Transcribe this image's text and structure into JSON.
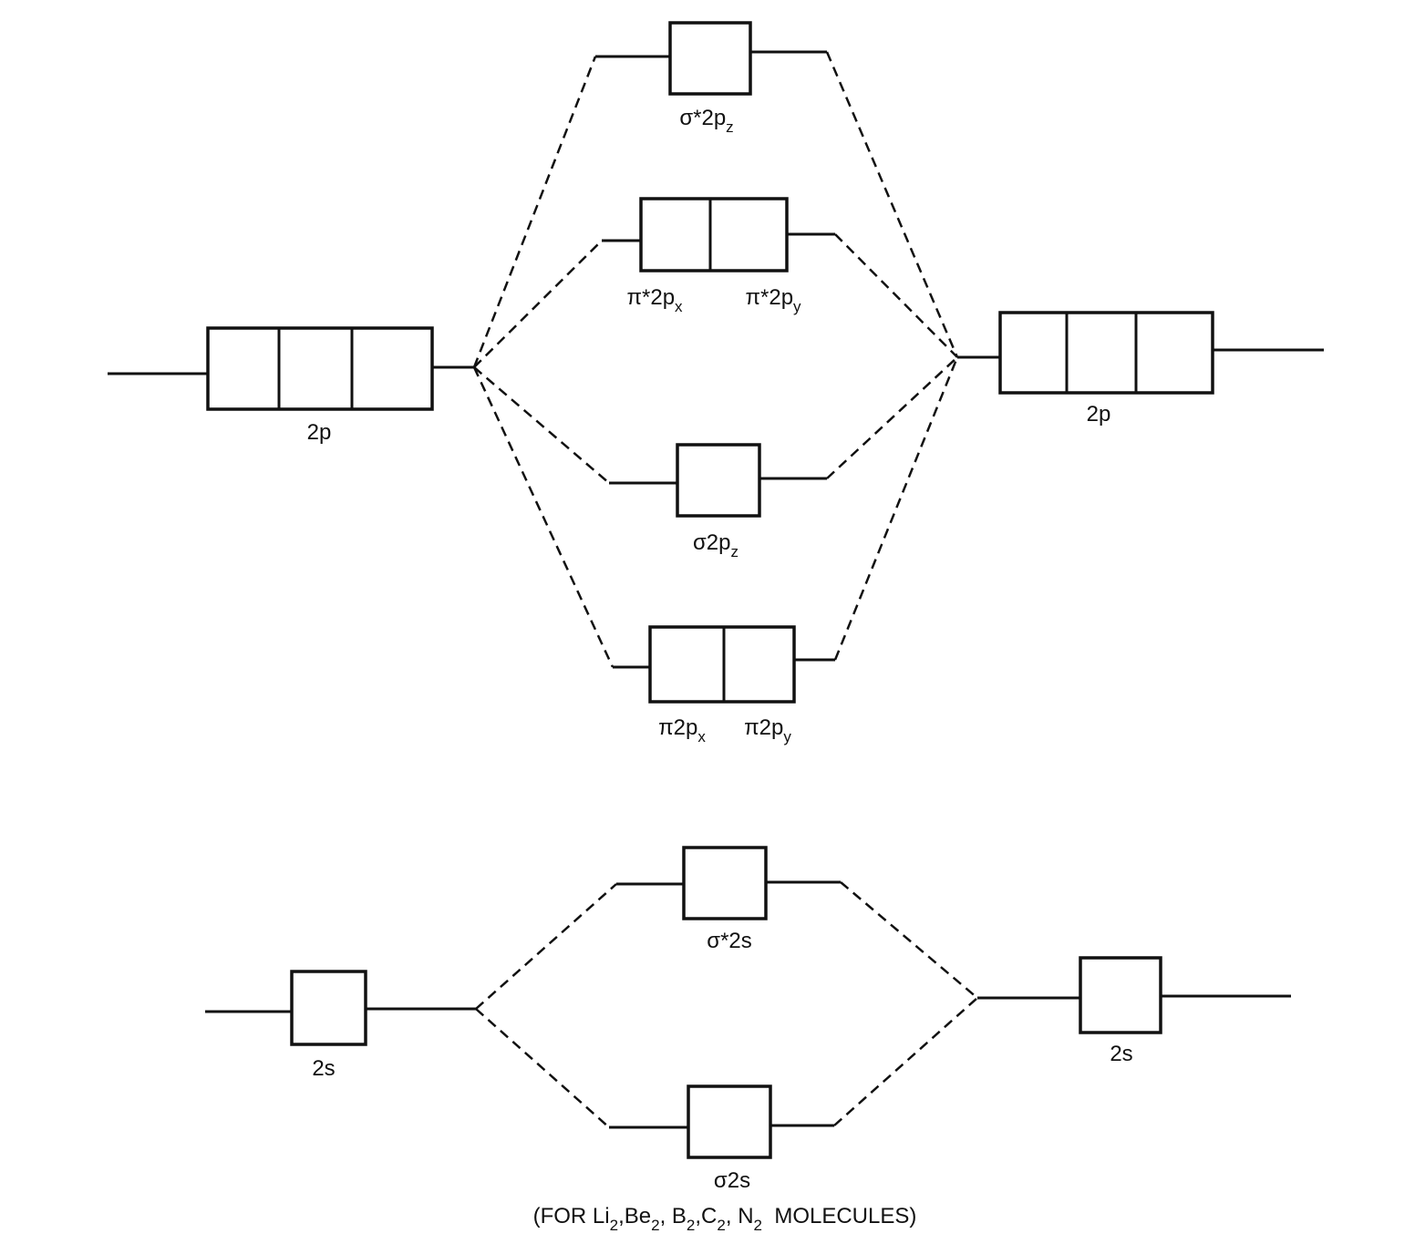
{
  "colors": {
    "line": "#111111",
    "background": "#ffffff"
  },
  "orbitals": {
    "sigma_star_2pz": {
      "main": "σ*2p",
      "sub": "z"
    },
    "pi_star_2px": {
      "main": "π*2p",
      "sub": "x"
    },
    "pi_star_2py": {
      "main": "π*2p",
      "sub": "y"
    },
    "left_2p": "2p",
    "right_2p": "2p",
    "sigma_2pz": {
      "main": "σ2p",
      "sub": "z"
    },
    "pi_2px": {
      "main": "π2p",
      "sub": "x"
    },
    "pi_2py": {
      "main": "π2p",
      "sub": "y"
    },
    "sigma_star_2s": "σ*2s",
    "left_2s": "2s",
    "right_2s": "2s",
    "sigma_2s": "σ2s"
  },
  "caption": {
    "open": "(FOR Li",
    "s1": "2",
    "t1": ",Be",
    "s2": "2",
    "t2": ", B",
    "s3": "2",
    "t3": ",C",
    "s4": "2",
    "t4": ", N",
    "s5": "2",
    "close": "  MOLECULES)"
  }
}
